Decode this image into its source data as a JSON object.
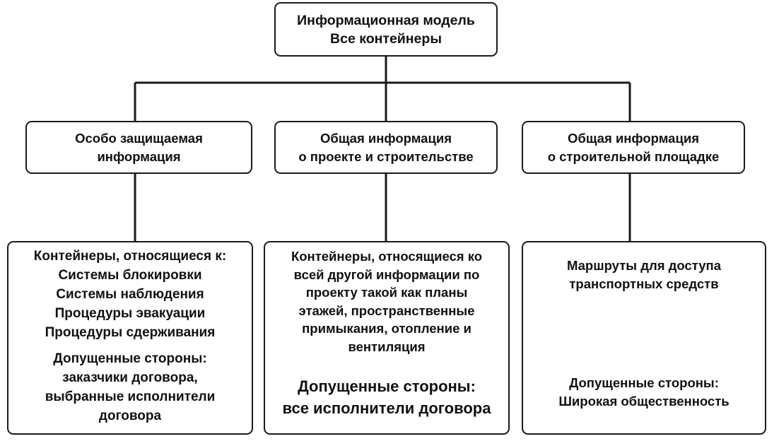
{
  "root": {
    "lines": [
      "Информационная модель",
      "Все контейнеры"
    ]
  },
  "categories": [
    {
      "title_lines": [
        "Особо защищаемая",
        "информация"
      ],
      "detail": {
        "heading": "Контейнеры, относящиеся к:",
        "items": [
          "Системы блокировки",
          "Системы наблюдения",
          "Процедуры эвакуации",
          "Процедуры сдерживания"
        ],
        "parties_lines": [
          "Допущенные стороны:",
          "заказчики договора,",
          "выбранные исполнители",
          "договора"
        ]
      }
    },
    {
      "title_lines": [
        "Общая информация",
        "о проекте и строительстве"
      ],
      "detail": {
        "text_lines": [
          "Контейнеры, относящиеся ко",
          "всей другой информации по",
          "проекту такой как планы",
          "этажей, пространственные",
          "примыкания, отопление и",
          "вентиляция"
        ],
        "parties_lines": [
          "Допущенные стороны:",
          "все исполнители договора"
        ]
      }
    },
    {
      "title_lines": [
        "Общая информация",
        "о строительной площадке"
      ],
      "detail": {
        "text_lines": [
          "Маршруты для доступа",
          "транспортных средств"
        ],
        "parties_lines": [
          "Допущенные стороны:",
          "Широкая общественность"
        ]
      }
    }
  ],
  "colors": {
    "line": "#1a1a1a",
    "box_border": "#1a1a1a",
    "background": "#ffffff",
    "text": "#111111"
  }
}
